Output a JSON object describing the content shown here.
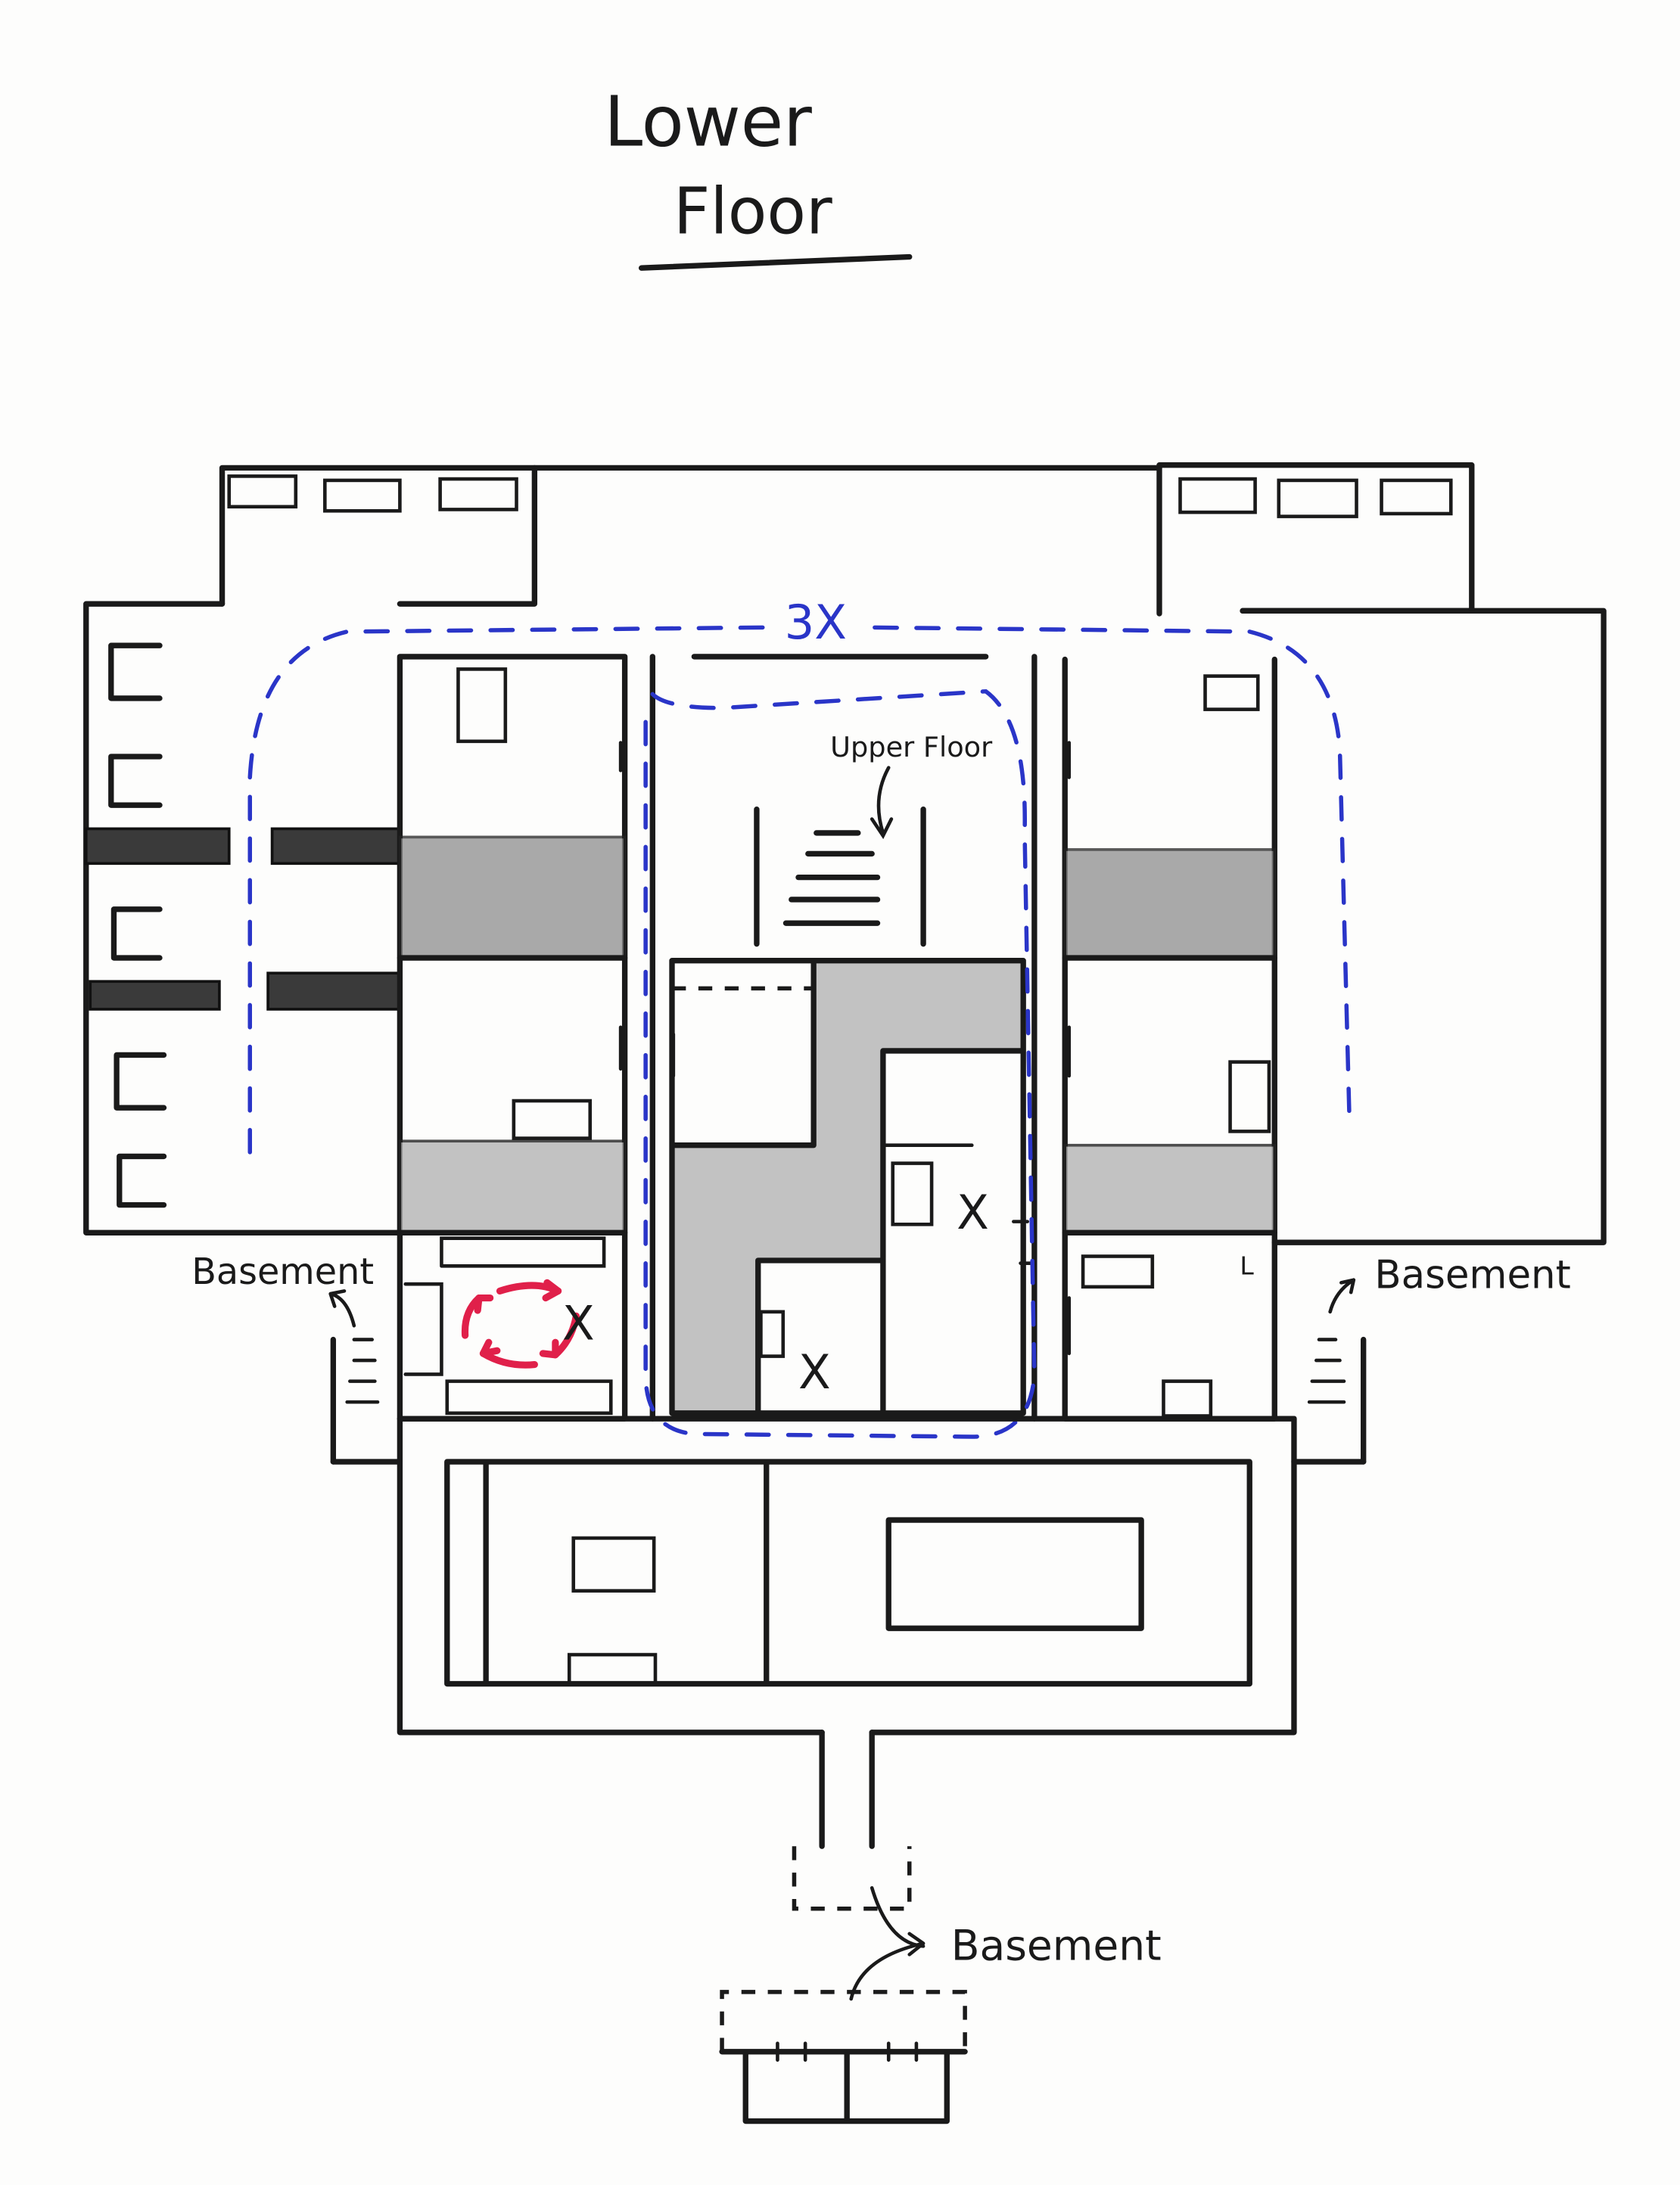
{
  "title": {
    "line1": "Lower",
    "line2": "Floor"
  },
  "labels": {
    "repeat_count": "3X",
    "upper_floor": "Upper Floor",
    "basement_left": "Basement",
    "basement_right": "Basement",
    "basement_bottom": "Basement",
    "mark_x": "X",
    "mark_l": "L"
  },
  "colors": {
    "ink": "#1a1a1a",
    "blue_dashes": "#2a35c8",
    "red_arrows": "#e0204a",
    "shading": "#8e8e8e"
  }
}
